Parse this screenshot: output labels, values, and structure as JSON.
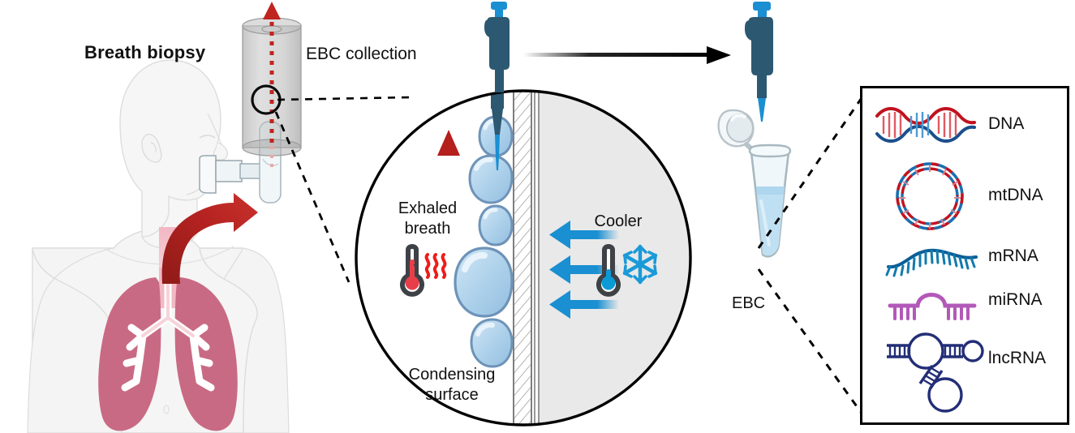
{
  "figure": {
    "title_left": "Breath biopsy",
    "labels": {
      "ebc_collection": "EBC collection",
      "exhaled_breath_line1": "Exhaled",
      "exhaled_breath_line2": "breath",
      "cooler": "Cooler",
      "condensing_line1": "Condensing",
      "condensing_line2": "surface",
      "ebc": "EBC"
    },
    "analytes": [
      {
        "name": "DNA",
        "icon": "dna-double-helix-icon",
        "color_a": "#C1121F",
        "color_b": "#1B4F8C"
      },
      {
        "name": "mtDNA",
        "icon": "circular-dna-icon",
        "color_a": "#C1121F",
        "color_b": "#1B6FB0"
      },
      {
        "name": "mRNA",
        "icon": "mrna-strand-icon",
        "color_a": "#0B5E96",
        "color_b": "#0B5E96"
      },
      {
        "name": "miRNA",
        "icon": "mirna-hairpin-icon",
        "color_a": "#B259B8",
        "color_b": "#B259B8"
      },
      {
        "name": "lncRNA",
        "icon": "lncrna-loop-icon",
        "color_a": "#232E77",
        "color_b": "#232E77"
      }
    ],
    "colors": {
      "breath_arrow_red": "#B0201F",
      "vapor_dotted_red": "#C0241F",
      "cool_arrow_blue": "#1A8FD1",
      "droplet_blue": "#A8CFEA",
      "droplet_stroke": "#6E93B8",
      "pipette_body": "#2C5871",
      "pipette_tip": "#1A8FD1",
      "lung_pink": "#C96A84",
      "body_fill": "#F4F4F4",
      "panel_gray": "#E8E8E8",
      "outline_black": "#000000",
      "tube_liquid": "#BFE0F2"
    },
    "flow_arrow": "transfer-arrow-right"
  }
}
